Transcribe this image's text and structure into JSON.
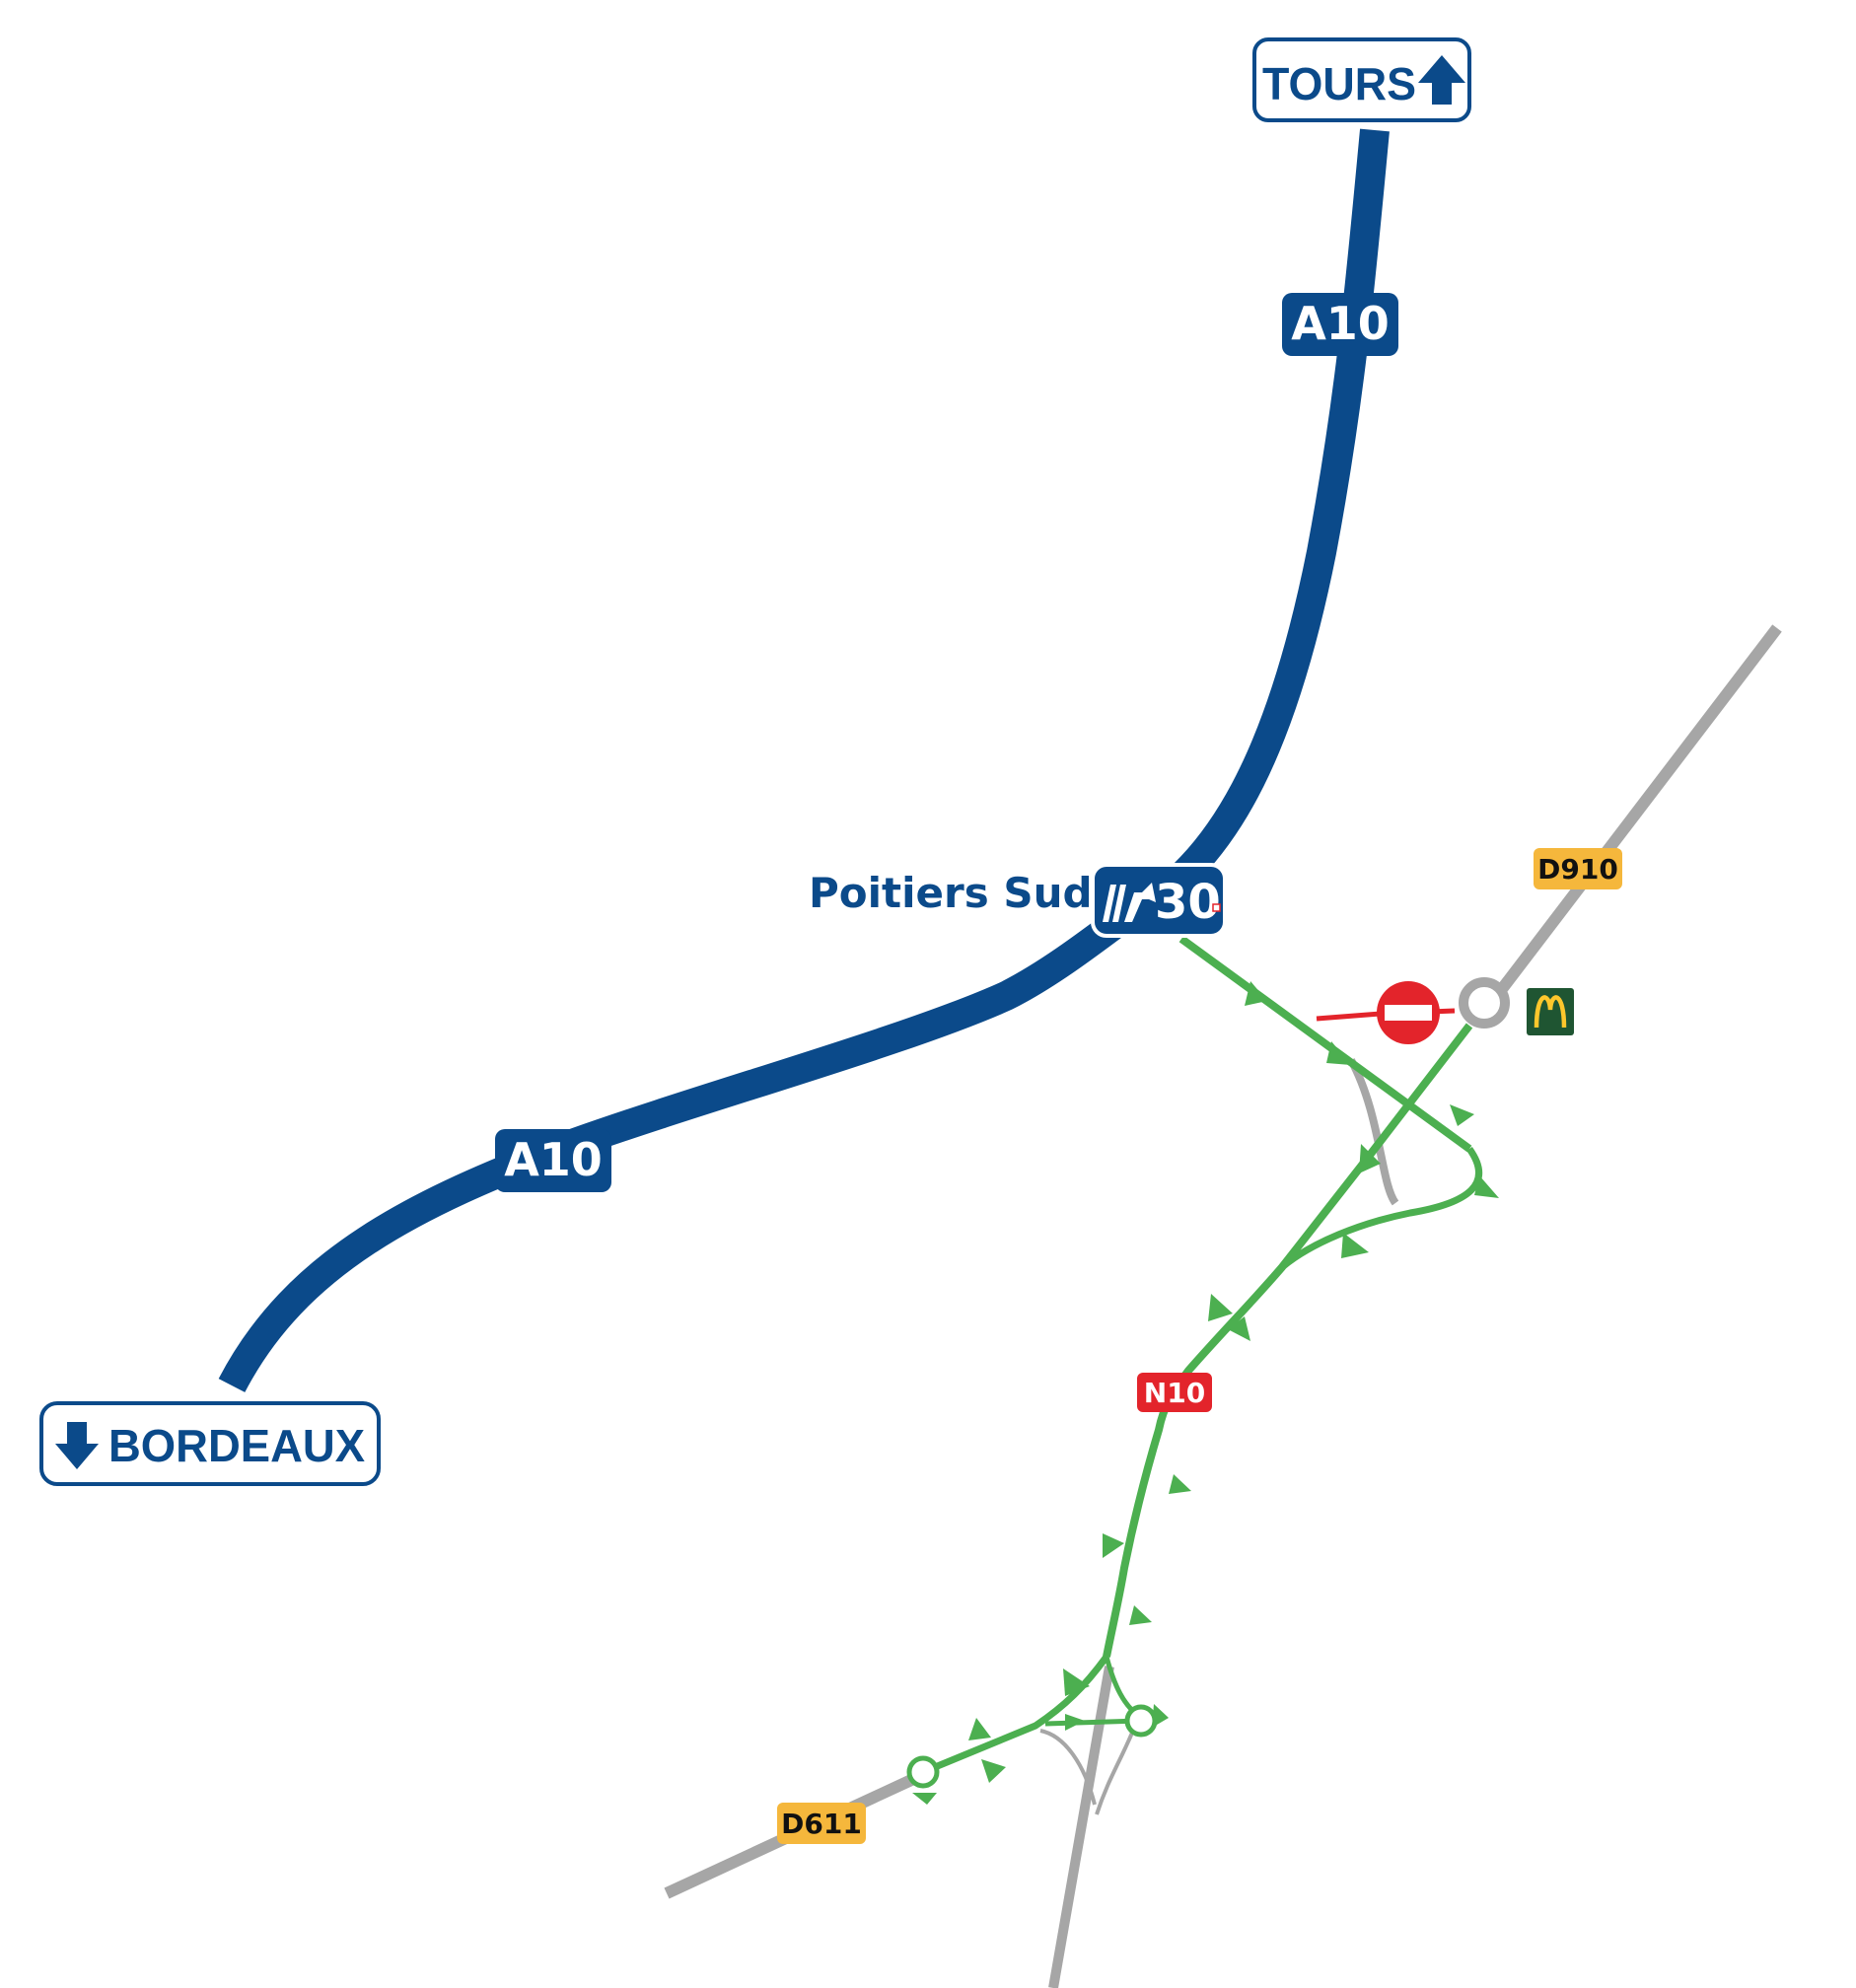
{
  "destinations": {
    "north": "TOURS",
    "south": "BORDEAUX"
  },
  "motorway": {
    "shield_upper": "A10",
    "shield_lower": "A10"
  },
  "exit": {
    "name": "Poitiers Sud",
    "number": "30"
  },
  "roads": {
    "n10": "N10",
    "d910": "D910",
    "d611": "D611"
  },
  "icons": {
    "no_entry": "no-entry-sign",
    "restaurant": "mcdonalds-logo",
    "exit_pictogram": "motorway-exit-pictogram",
    "arrow_up": "arrow-up",
    "arrow_down": "arrow-down"
  },
  "colors": {
    "motorway": "#0b4a8a",
    "route": "#4caf50",
    "secondary_road": "#a6a6a6",
    "national_road_badge": "#e3242b",
    "departmental_badge": "#f5b73c",
    "no_entry": "#e3242b",
    "restaurant_bg": "#1f5532",
    "restaurant_logo": "#ffc72c"
  }
}
